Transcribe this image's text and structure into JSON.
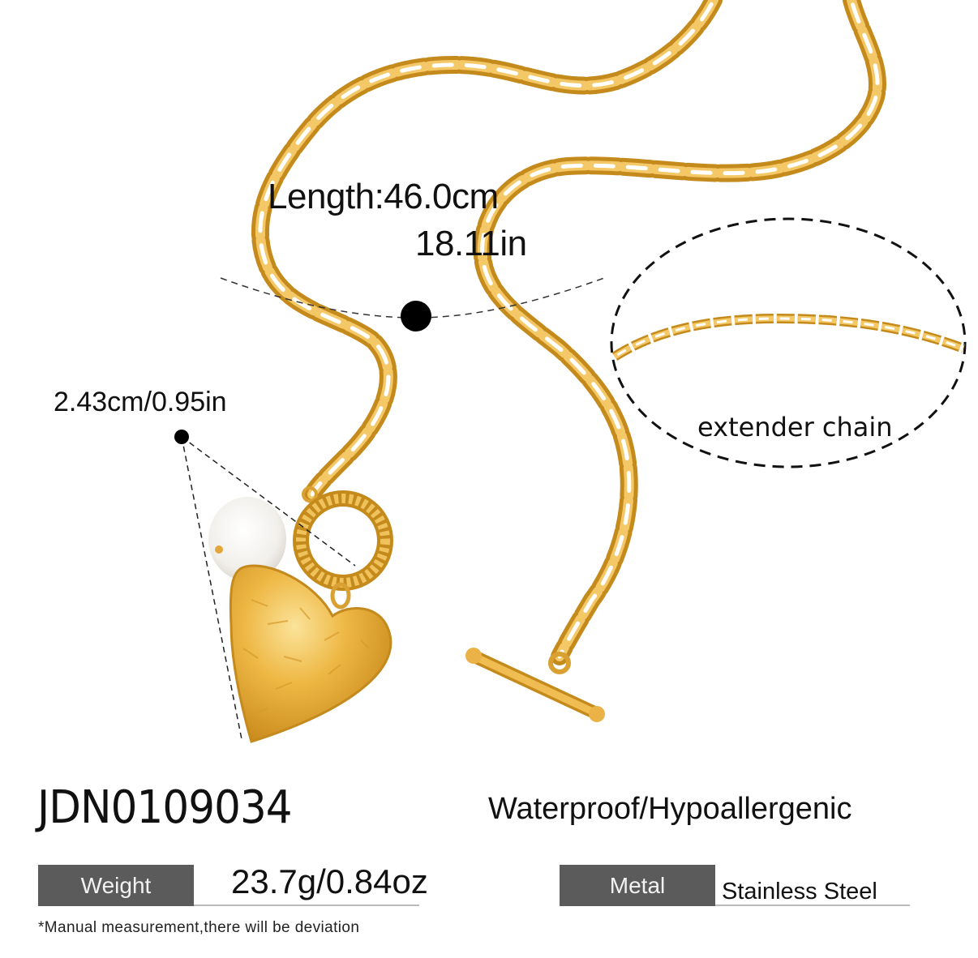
{
  "product": {
    "sku": "JDN0109034",
    "features": "Waterproof/Hypoallergenic",
    "image_alt": "Gold stainless steel link chain necklace with hammered heart pendant, baroque pearl charm and toggle clasp"
  },
  "annotations": {
    "length_cm": "Length:46.0cm",
    "length_in": "18.11in",
    "pendant_size": "2.43cm/0.95in",
    "extender": "extender chain"
  },
  "specs": [
    {
      "label": "Weight",
      "value": "23.7g/0.84oz"
    },
    {
      "label": "Metal",
      "value": "Stainless Steel"
    }
  ],
  "footnote": "*Manual measurement,there will be deviation",
  "colors": {
    "gold": "#e3a630",
    "gold_dark": "#b27a16",
    "gold_light": "#f6d27a",
    "spec_label_bg": "#5b5b5b",
    "dash": "#222222"
  }
}
